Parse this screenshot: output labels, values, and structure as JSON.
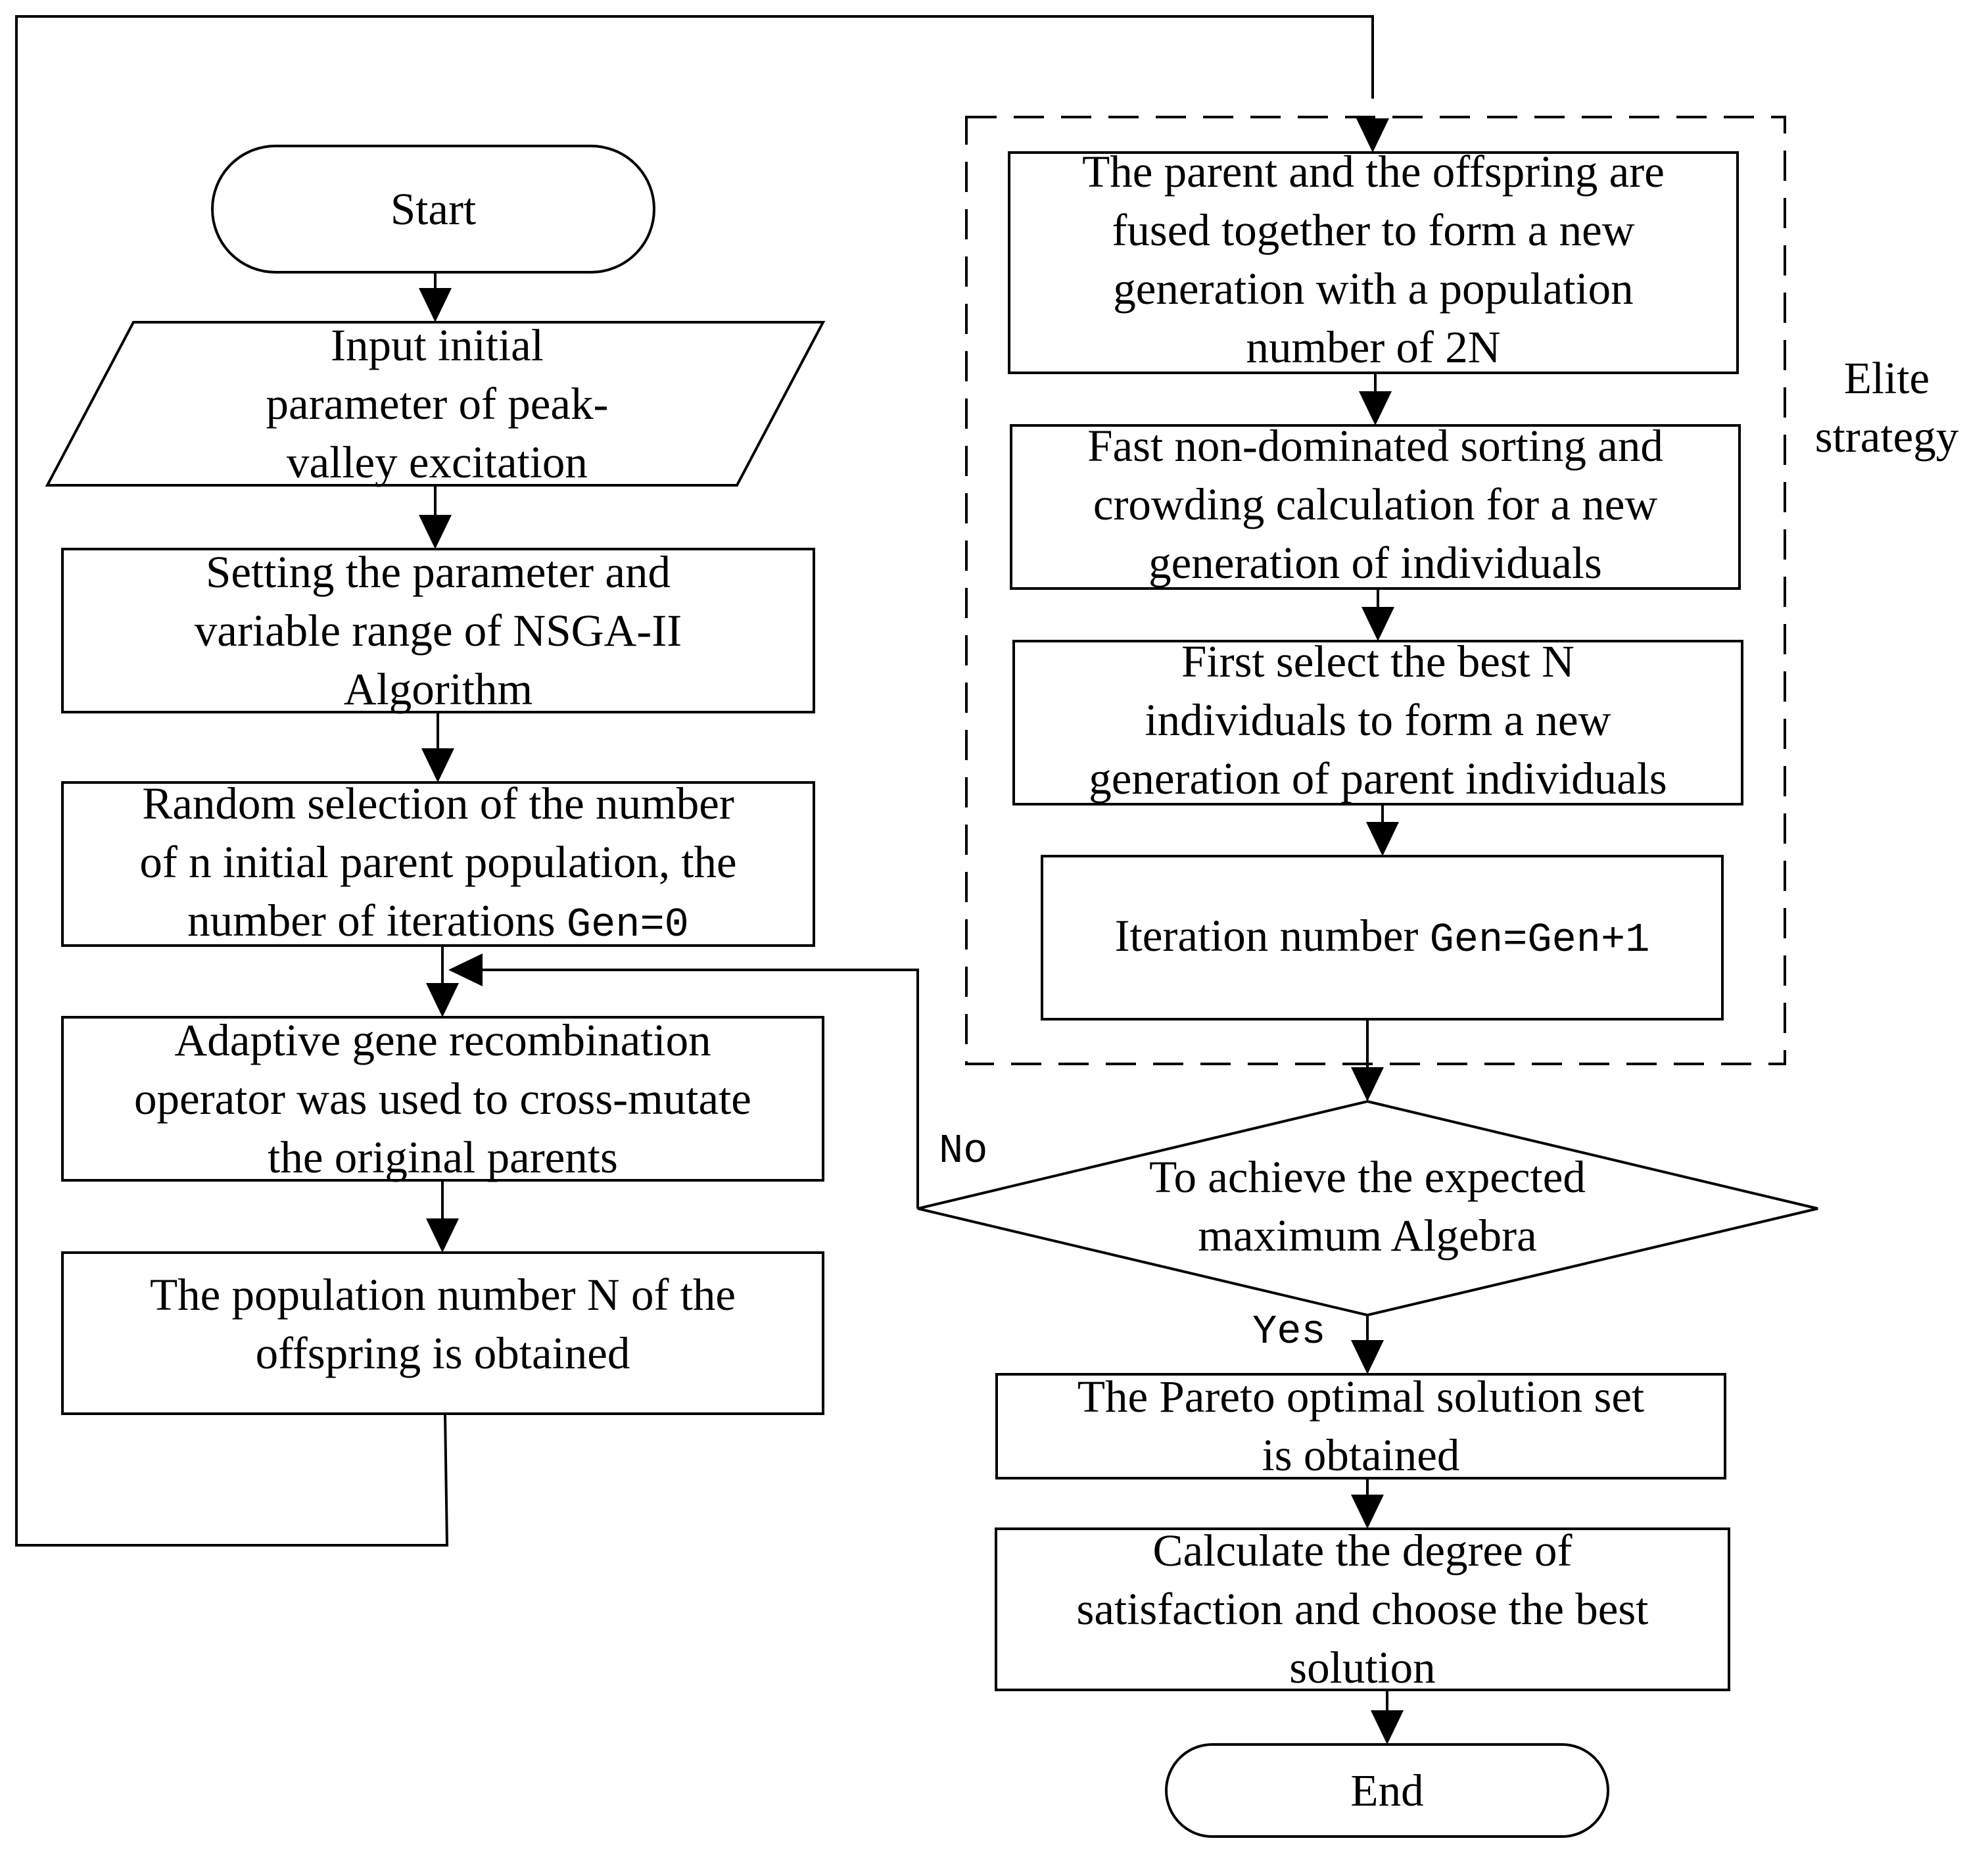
{
  "nodes": {
    "start": "Start",
    "input": "Input initial\nparameter of peak-\nvalley excitation",
    "setting": "Setting the parameter and\nvariable range of NSGA-II\nAlgorithm",
    "random": "Random selection of the number\nof n initial parent population, the\nnumber of iterations",
    "random_code": "Gen=0",
    "adaptive": "Adaptive gene recombination\noperator was used to cross-mutate\nthe original parents",
    "offspring": "The population number N of the\noffspring is obtained",
    "fuse": "The parent and the offspring are\nfused together to form a new\ngeneration with a population\nnumber of 2N",
    "sorting": "Fast non-dominated sorting and\ncrowding calculation for a new\ngeneration of individuals",
    "select": "First select the best N\nindividuals to form a new\ngeneration of parent individuals",
    "iteration": "Iteration number",
    "iteration_code": "Gen=Gen+1",
    "decision": "To achieve the expected\nmaximum Algebra",
    "pareto": "The Pareto optimal solution set\nis obtained",
    "calculate": "Calculate the degree of\nsatisfaction and choose the best\nsolution",
    "end": "End"
  },
  "group_label": "Elite\nstrategy",
  "edge_labels": {
    "no": "No",
    "yes": "Yes"
  }
}
